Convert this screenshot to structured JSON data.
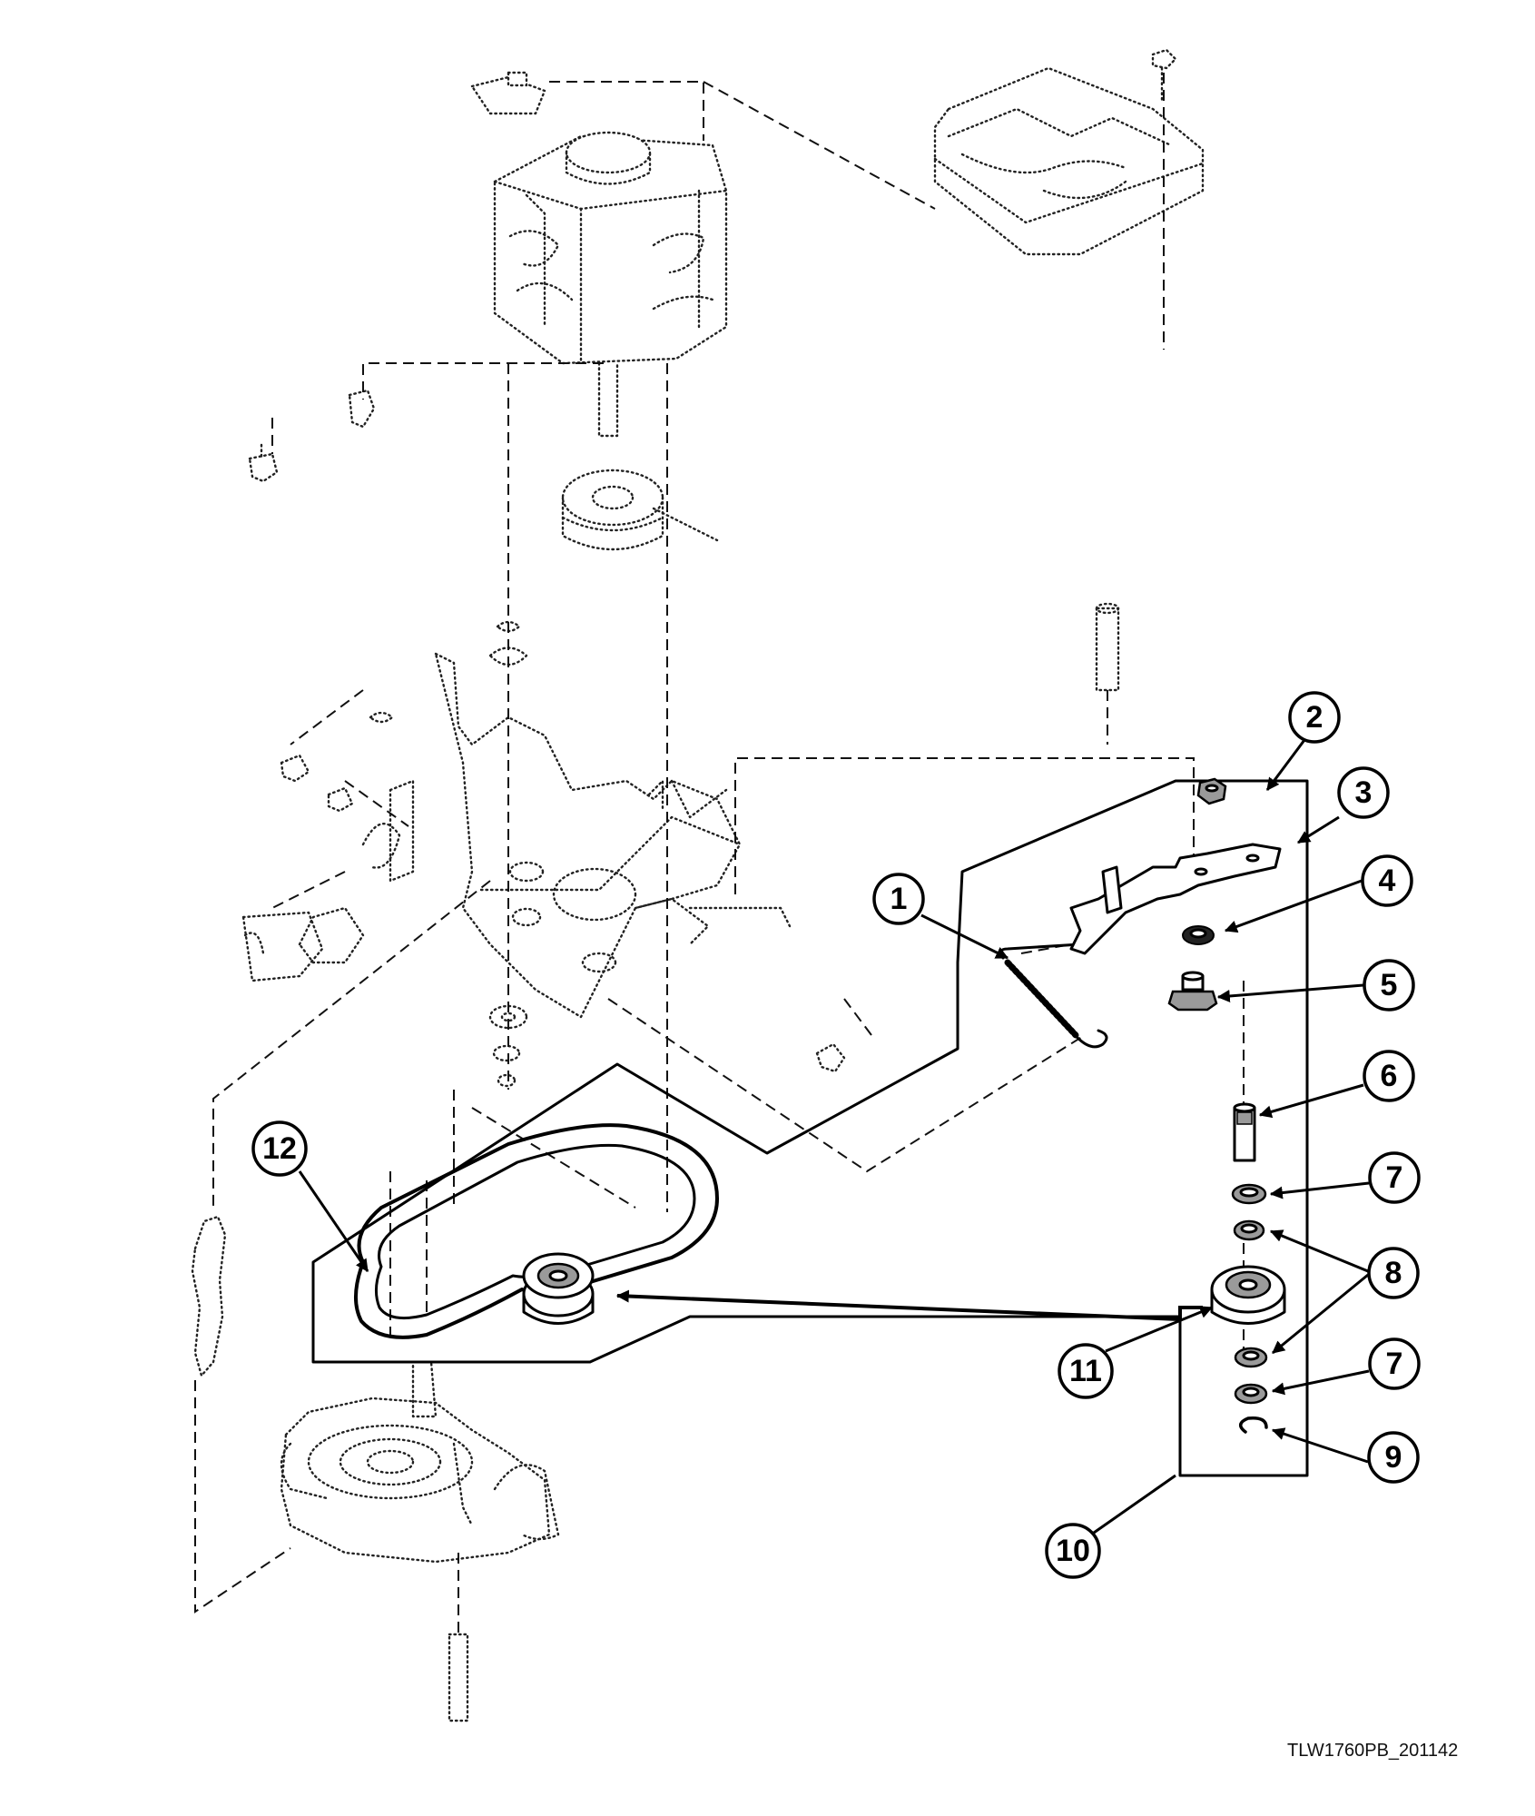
{
  "figure_code": "TLW1760PB_201142",
  "callouts": [
    {
      "id": "1",
      "label": "1"
    },
    {
      "id": "2",
      "label": "2"
    },
    {
      "id": "3",
      "label": "3"
    },
    {
      "id": "4",
      "label": "4"
    },
    {
      "id": "5",
      "label": "5"
    },
    {
      "id": "6",
      "label": "6"
    },
    {
      "id": "7a",
      "label": "7"
    },
    {
      "id": "8",
      "label": "8"
    },
    {
      "id": "7b",
      "label": "7"
    },
    {
      "id": "9",
      "label": "9"
    },
    {
      "id": "10",
      "label": "10"
    },
    {
      "id": "11",
      "label": "11"
    },
    {
      "id": "12",
      "label": "12"
    }
  ]
}
